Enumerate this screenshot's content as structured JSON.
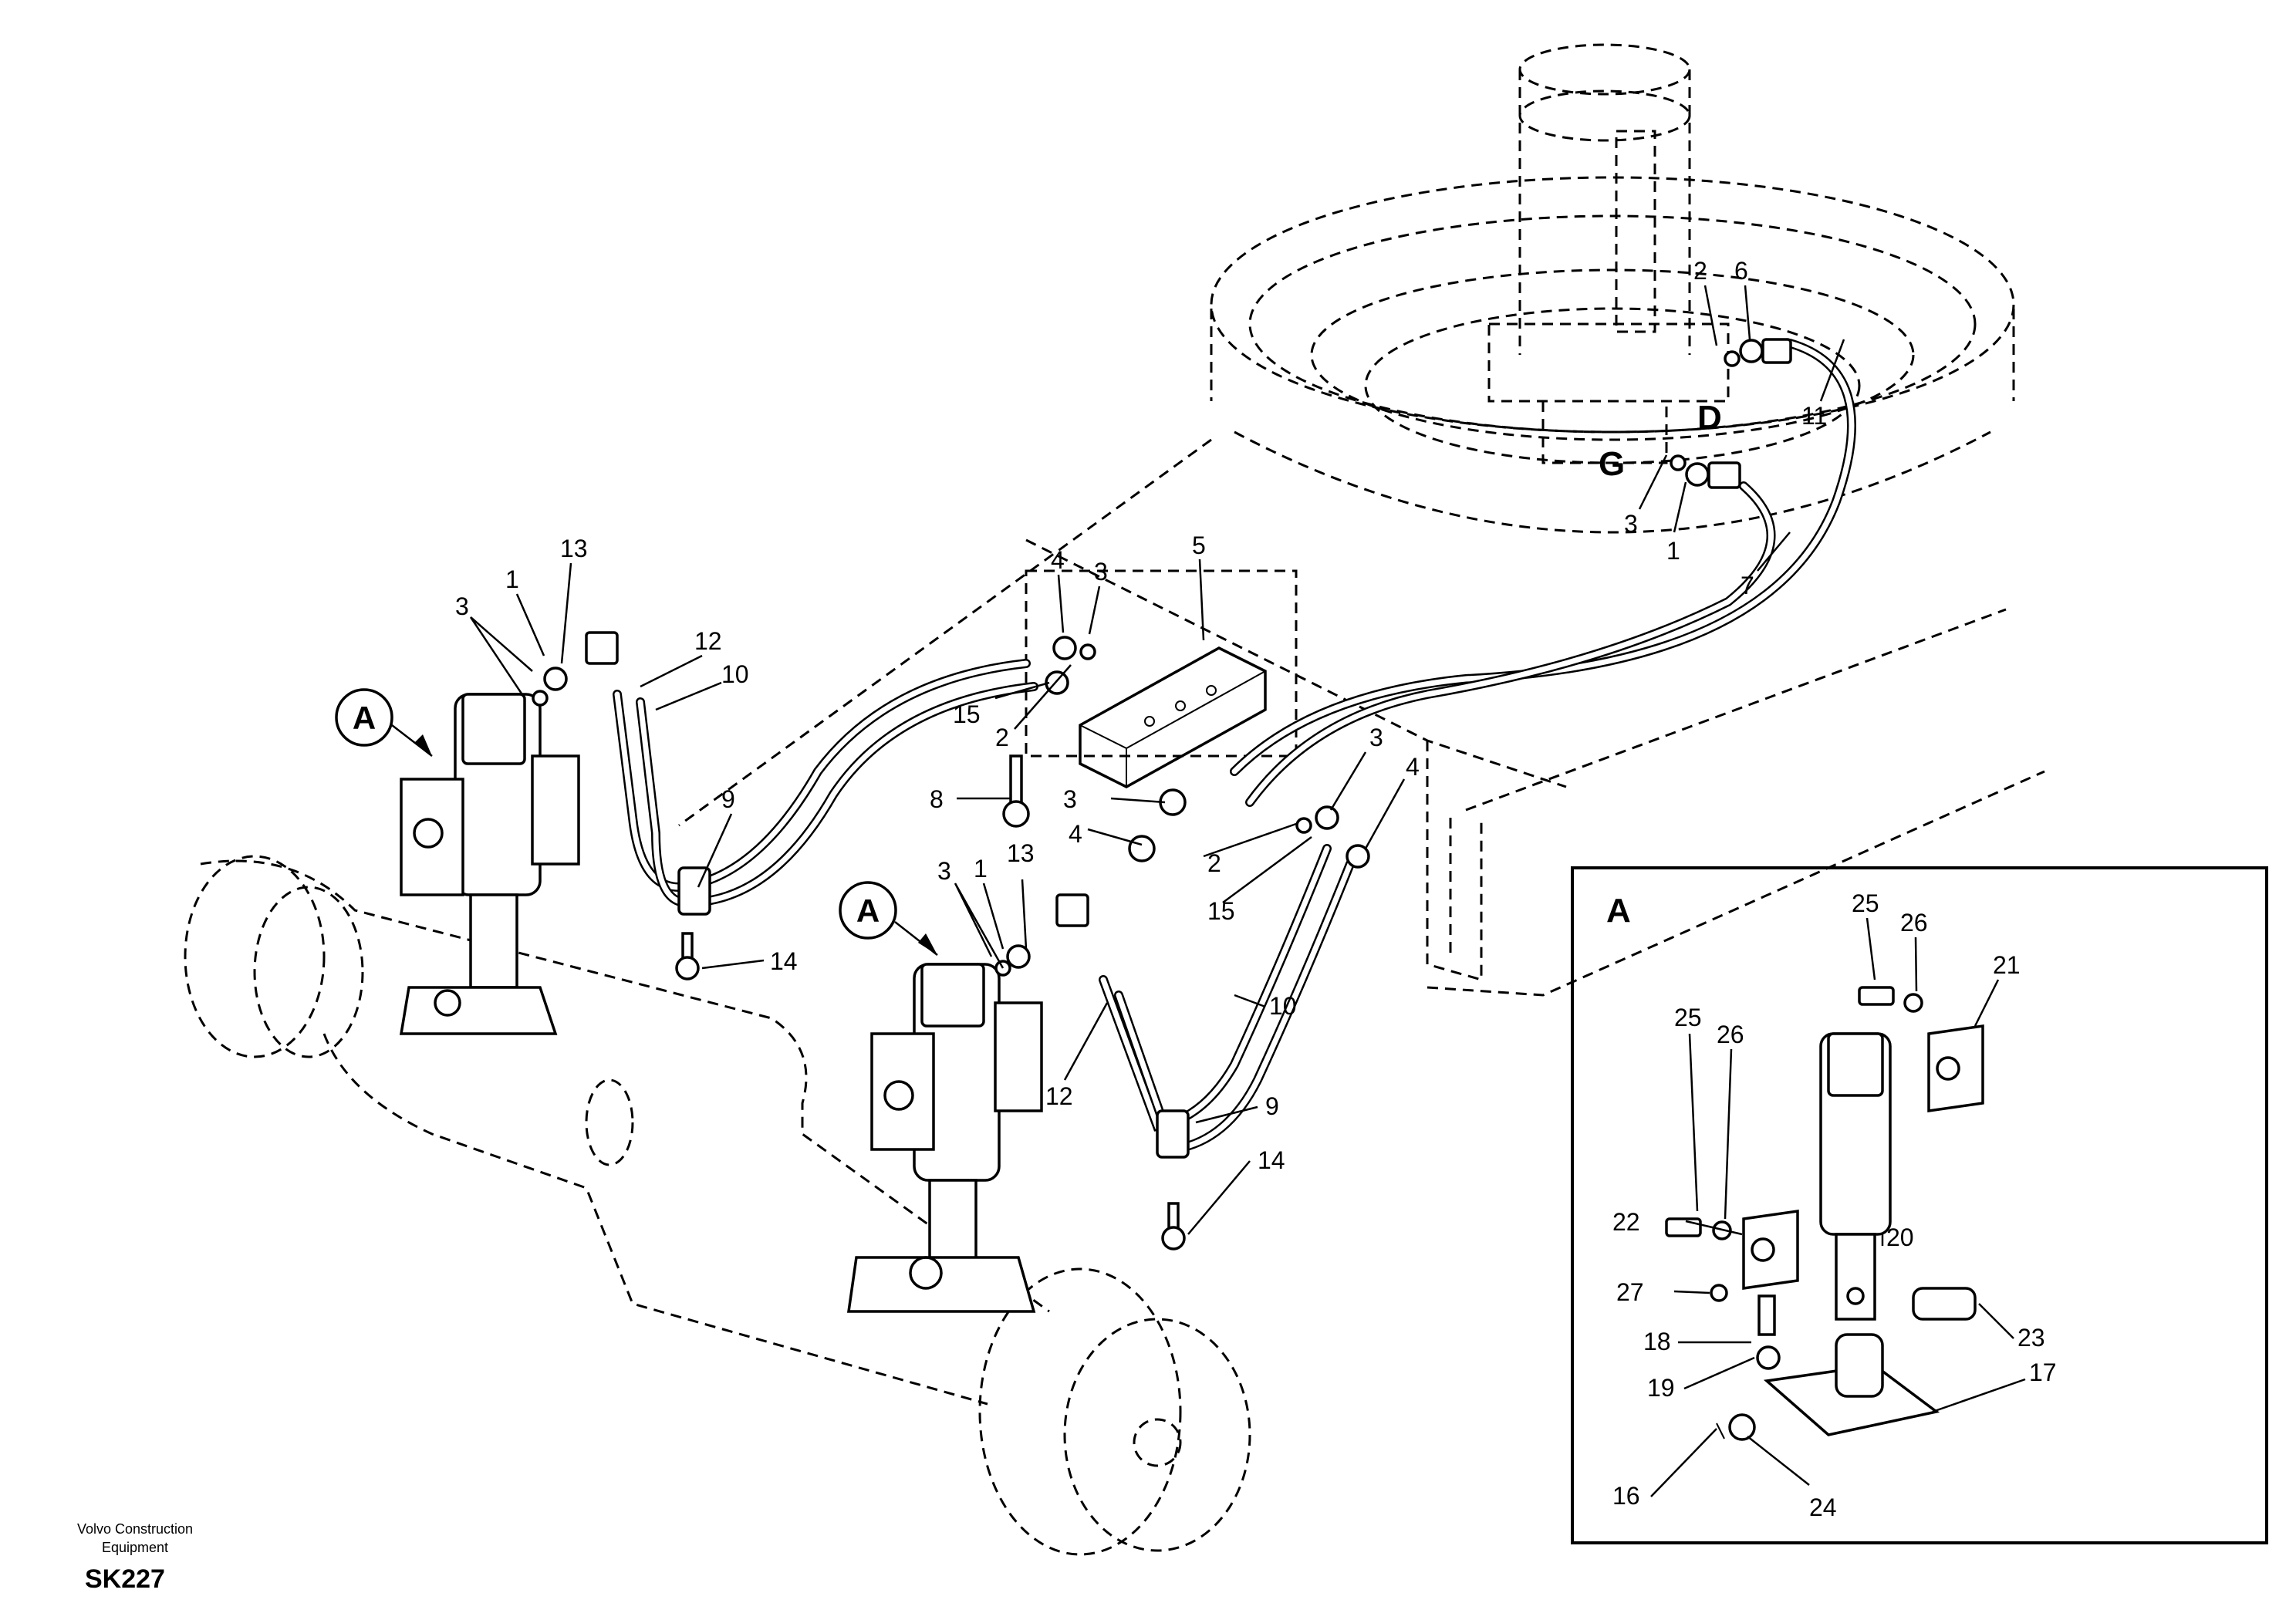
{
  "footer": {
    "company_line1": "Volvo Construction",
    "company_line2": "Equipment",
    "code": "SK227"
  },
  "ports": {
    "left": "G",
    "right": "D"
  },
  "detail": {
    "label": "A"
  },
  "view_markers": [
    "A",
    "A"
  ],
  "callouts": [
    {
      "id": "c-2-top",
      "text": "2"
    },
    {
      "id": "c-6",
      "text": "6"
    },
    {
      "id": "c-11",
      "text": "11"
    },
    {
      "id": "c-3-top",
      "text": "3"
    },
    {
      "id": "c-1-top",
      "text": "1"
    },
    {
      "id": "c-7",
      "text": "7"
    },
    {
      "id": "c-13-left",
      "text": "13"
    },
    {
      "id": "c-1-left",
      "text": "1"
    },
    {
      "id": "c-3-left",
      "text": "3"
    },
    {
      "id": "c-12-left",
      "text": "12"
    },
    {
      "id": "c-10-left",
      "text": "10"
    },
    {
      "id": "c-4-a",
      "text": "4"
    },
    {
      "id": "c-3-a",
      "text": "3"
    },
    {
      "id": "c-5",
      "text": "5"
    },
    {
      "id": "c-15-a",
      "text": "15"
    },
    {
      "id": "c-2-a",
      "text": "2"
    },
    {
      "id": "c-9-left",
      "text": "9"
    },
    {
      "id": "c-8",
      "text": "8"
    },
    {
      "id": "c-3-b",
      "text": "3"
    },
    {
      "id": "c-4-b",
      "text": "4"
    },
    {
      "id": "c-3-c",
      "text": "3"
    },
    {
      "id": "c-4-c",
      "text": "4"
    },
    {
      "id": "c-2-b",
      "text": "2"
    },
    {
      "id": "c-15-b",
      "text": "15"
    },
    {
      "id": "c-14-left",
      "text": "14"
    },
    {
      "id": "c-3-mid",
      "text": "3"
    },
    {
      "id": "c-1-mid",
      "text": "1"
    },
    {
      "id": "c-13-mid",
      "text": "13"
    },
    {
      "id": "c-10-mid",
      "text": "10"
    },
    {
      "id": "c-9-mid",
      "text": "9"
    },
    {
      "id": "c-12-mid",
      "text": "12"
    },
    {
      "id": "c-14-mid",
      "text": "14"
    },
    {
      "id": "c-25-a",
      "text": "25"
    },
    {
      "id": "c-26-a",
      "text": "26"
    },
    {
      "id": "c-21",
      "text": "21"
    },
    {
      "id": "c-25-b",
      "text": "25"
    },
    {
      "id": "c-26-b",
      "text": "26"
    },
    {
      "id": "c-22",
      "text": "22"
    },
    {
      "id": "c-27",
      "text": "27"
    },
    {
      "id": "c-20",
      "text": "20"
    },
    {
      "id": "c-18",
      "text": "18"
    },
    {
      "id": "c-23",
      "text": "23"
    },
    {
      "id": "c-19",
      "text": "19"
    },
    {
      "id": "c-17",
      "text": "17"
    },
    {
      "id": "c-16",
      "text": "16"
    },
    {
      "id": "c-24",
      "text": "24"
    }
  ]
}
